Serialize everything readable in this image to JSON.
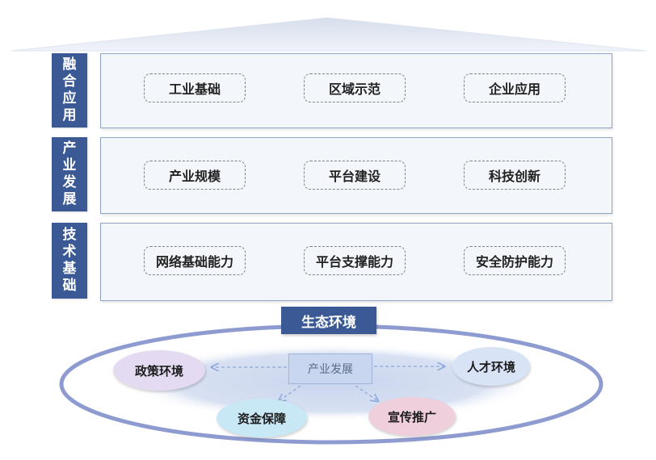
{
  "layers": [
    {
      "label_chars": [
        "融",
        "合",
        "应",
        "用"
      ],
      "items": [
        "工业基础",
        "区域示范",
        "企业应用"
      ]
    },
    {
      "label_chars": [
        "产",
        "业",
        "发",
        "展"
      ],
      "items": [
        "产业规模",
        "平台建设",
        "科技创新"
      ]
    },
    {
      "label_chars": [
        "技",
        "术",
        "基",
        "础"
      ],
      "items": [
        "网络基础能力",
        "平台支撑能力",
        "安全防护能力"
      ]
    }
  ],
  "ecosystem": {
    "title": "生态环境",
    "center": "产业发展",
    "nodes": {
      "policy": "政策环境",
      "talent": "人才环境",
      "capital": "资金保障",
      "promotion": "宣传推广"
    }
  },
  "colors": {
    "label_bg": "#3b5a95",
    "panel_bg": "#f3f6fb",
    "panel_border": "#8ea4c8",
    "ellipse_outer": "#8e9bd0",
    "node_policy": "#e4dbf3",
    "node_talent": "#d9e3f6",
    "node_capital": "#c9e8f6",
    "node_promotion": "#efcfdc"
  }
}
